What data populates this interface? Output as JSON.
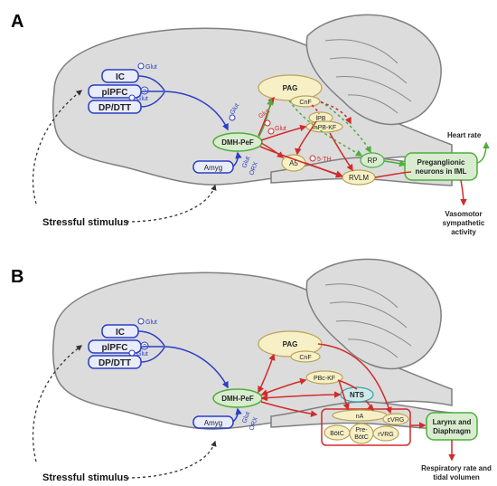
{
  "colors": {
    "brain_fill": "#dcdcdc",
    "brain_stroke": "#7f7f7f",
    "blue": "#2b3fc4",
    "red": "#d12b2b",
    "green": "#4caf3a",
    "yellow_fill": "#f7f0c6",
    "green_fill": "#d9ecd0",
    "blue_fill": "#e9ecfb",
    "teal_fill": "#cfe9ea"
  },
  "panel_a": {
    "letter": "A",
    "ic": "IC",
    "plpfc": "plPFC",
    "dpdtt": "DP/DTT",
    "glut_top": "Glut",
    "glut_mid": "Glut",
    "q_mark": "?",
    "dmh": "DMH-PeF",
    "glut_dmh": "Glut",
    "amyg": "Amyg",
    "glut_amyg": "Glut",
    "orx_amyg": "ORX",
    "pag": "PAG",
    "cnf": "CnF",
    "lpb": "lPB",
    "mpb": "mPB-KF",
    "glut_r1": "Glut",
    "glut_r2": "Glut",
    "a5": "A5",
    "ht": "5-TH",
    "rp": "RP",
    "rvlm": "RVLM",
    "pregang": [
      "Preganglionic",
      "neurons in IML"
    ],
    "heart_rate": "Heart rate",
    "vasomotor": [
      "Vasomotor",
      "sympathetic",
      "activity"
    ],
    "stress": "Stressful stimulus"
  },
  "panel_b": {
    "letter": "B",
    "ic": "IC",
    "plpfc": "plPFC",
    "dpdtt": "DP/DTT",
    "glut_top": "Glut",
    "glut_mid": "Glut",
    "q_mark": "?",
    "dmh": "DMH-PeF",
    "amyg": "Amyg",
    "glut_amyg": "Glut",
    "orx_amyg": "ORX",
    "pag": "PAG",
    "cnf": "CnF",
    "pbckf": "PBc-KF",
    "nts": "NTS",
    "na": "nA",
    "cvrg": "cVRG",
    "botc": "BötC",
    "prebotc": [
      "Pre-",
      "BötC"
    ],
    "rvrg": "rVRG",
    "larynx": [
      "Larynx and",
      "Diaphragm"
    ],
    "resp": [
      "Respiratory rate and",
      "tidal volumen"
    ],
    "stress": "Stressful stimulus"
  }
}
